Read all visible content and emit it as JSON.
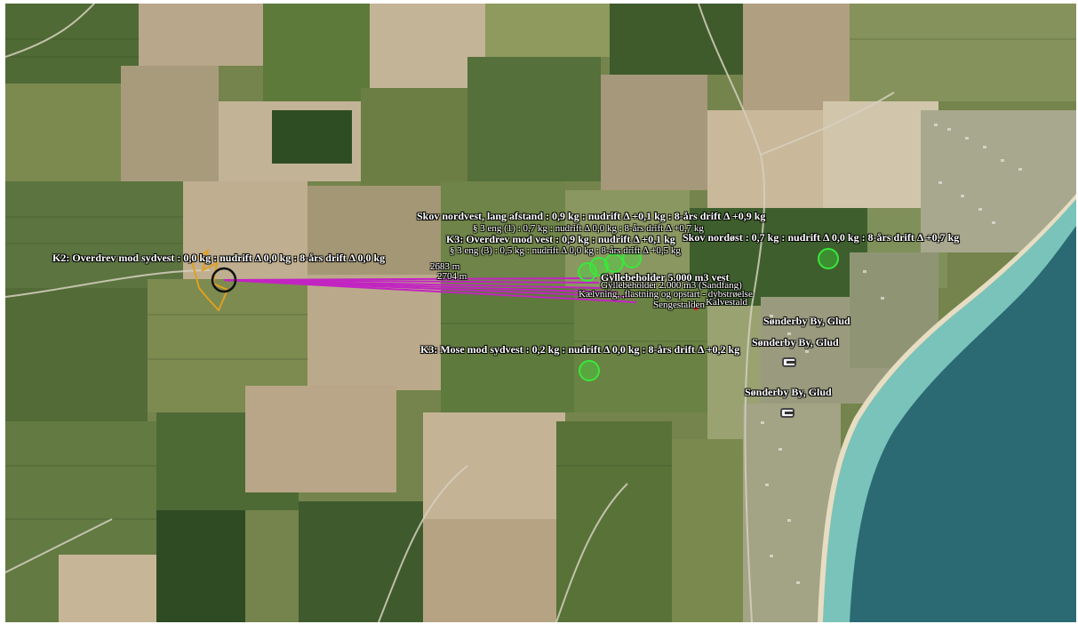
{
  "map": {
    "colors": {
      "field_dark": "#3e5a2c",
      "field_mid": "#6b7d46",
      "field_light": "#a89a7a",
      "field_tan": "#c3b092",
      "sea": "#2d6e78",
      "sea_shallow": "#7fc9c1",
      "beach": "#e8e1c8",
      "road": "#d9d3c3",
      "odor_line": "#c224c2",
      "receptor": "#38e83a",
      "source_outline": "#e0a020",
      "source_circle": "#111111"
    },
    "labels": [
      {
        "id": "skov-nordvest",
        "text": "Skov nordvest, lang afstand : 0,9 kg : nudrift Δ +0,1 kg : 8-års drift Δ +0,9 kg"
      },
      {
        "id": "eng1",
        "text": "§ 3 eng (1) : 0,7 kg : nudrift Δ 0,0 kg : 8-års drift Δ +0,7 kg"
      },
      {
        "id": "k3-overdrev",
        "text": "K3: Overdrev mod vest : 0,9 kg : nudrift Δ +0,1 kg"
      },
      {
        "id": "skov-nordost",
        "text": "Skov nordøst : 0,7 kg : nudrift Δ 0,0 kg : 8-års drift Δ +0,7 kg"
      },
      {
        "id": "eng3",
        "text": "§ 3 eng (3) : 0,5 kg : nudrift Δ 0,0 kg : 8-års drift Δ +0,5 kg"
      },
      {
        "id": "k2-overdrev",
        "text": "K2: Overdrev mod sydvest : 0,0 kg : nudrift Δ 0,0 kg : 8-års drift Δ 0,0 kg"
      },
      {
        "id": "dist1",
        "text": "2683 m"
      },
      {
        "id": "dist2",
        "text": "2704 m"
      },
      {
        "id": "gyllebeholder1",
        "text": "Gyllebeholder 5.000 m3 vest"
      },
      {
        "id": "gyllebeholder2",
        "text": "Gyllebeholder 2.000 m3 (Sandfang)"
      },
      {
        "id": "kaelvning",
        "text": "Kælvning, ,flastning og opstart - dybstrøelse"
      },
      {
        "id": "kalvestald",
        "text": "Kalvestald"
      },
      {
        "id": "sengestalden",
        "text": "Sengestalden"
      },
      {
        "id": "town1",
        "text": "Sønderby By, Glud"
      },
      {
        "id": "town2",
        "text": "Sønderby By, Glud"
      },
      {
        "id": "town3",
        "text": "Sønderby By, Glud"
      },
      {
        "id": "k3-mose",
        "text": "K3: Mose mod sydvest : 0,2 kg : nudrift Δ 0,0 kg : 8-års drift Δ +0,2 kg"
      }
    ],
    "legend_icons": [
      "town-icon",
      "town-icon"
    ]
  }
}
